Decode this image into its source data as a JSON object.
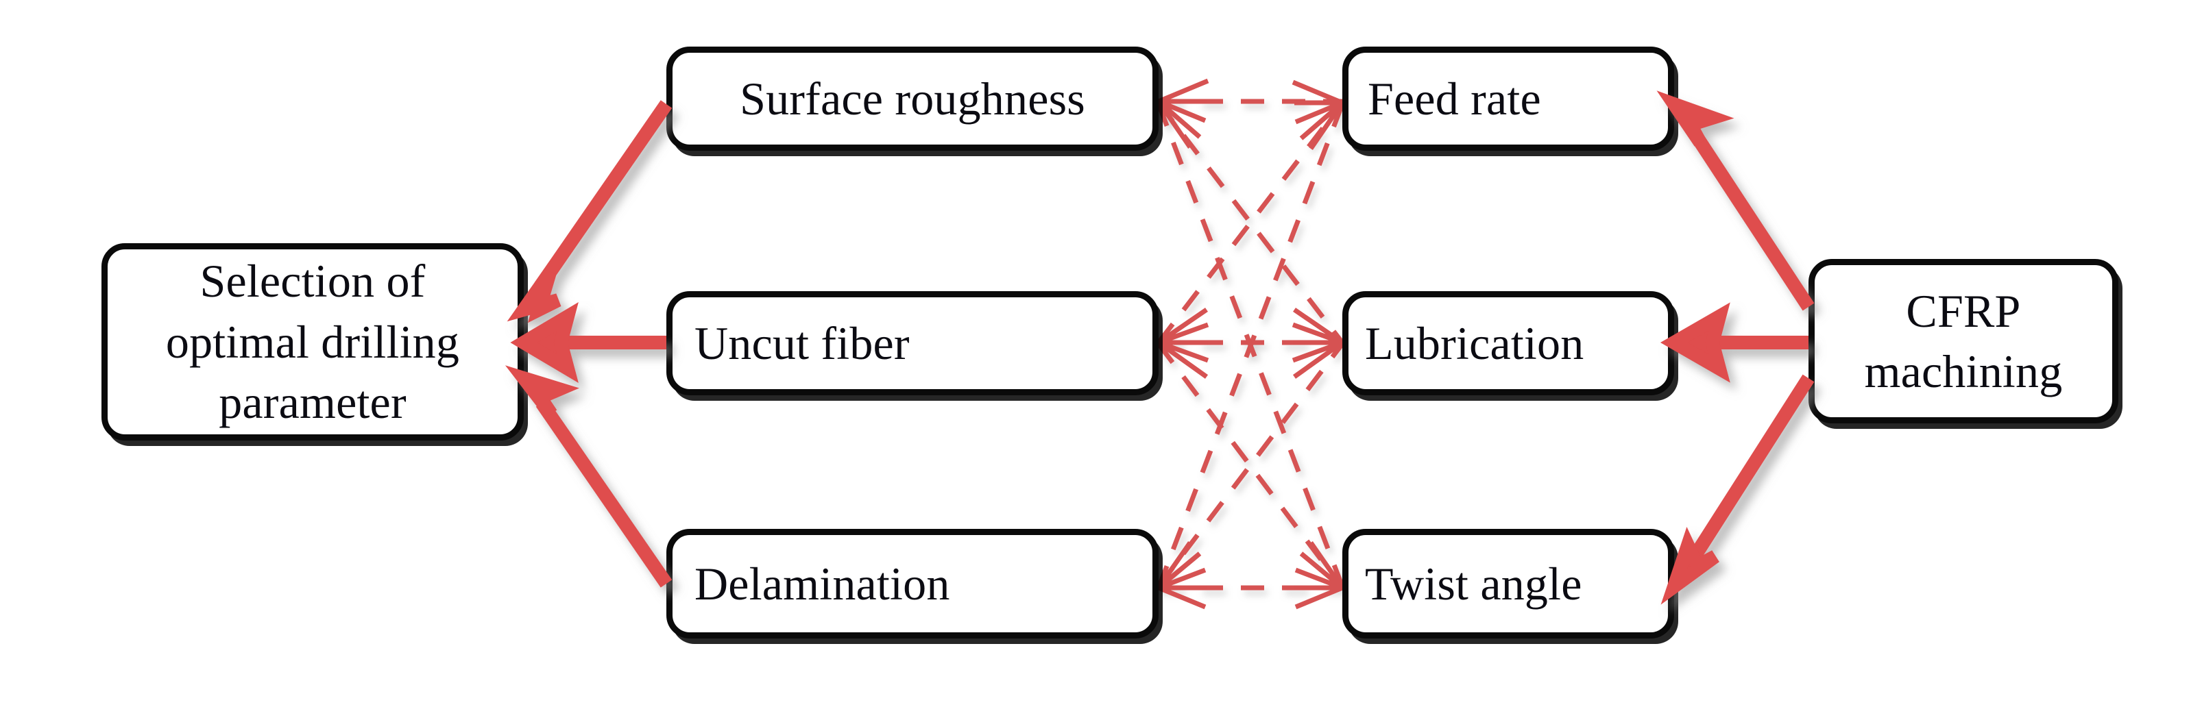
{
  "diagram": {
    "title": "CFRP machining drilling parameter selection flow",
    "colors": {
      "solid_arrow": "#df4d4d",
      "dashed_arrow": "#d65252",
      "node_border": "#0a0a0a",
      "node_fill": "#ffffff",
      "text": "#0b0b12",
      "shadow": "rgba(0,0,0,0.85)"
    },
    "nodes": [
      {
        "id": "selection",
        "label": "Selection of\noptimal  drilling\nparameter",
        "column": "left",
        "row": "middle"
      },
      {
        "id": "surface",
        "label": "Surface roughness",
        "column": "responses",
        "row": "top"
      },
      {
        "id": "uncut",
        "label": "Uncut fiber",
        "column": "responses",
        "row": "middle"
      },
      {
        "id": "delamination",
        "label": "Delamination",
        "column": "responses",
        "row": "bottom"
      },
      {
        "id": "feed",
        "label": "Feed rate",
        "column": "parameters",
        "row": "top"
      },
      {
        "id": "lubrication",
        "label": "Lubrication",
        "column": "parameters",
        "row": "middle"
      },
      {
        "id": "twist",
        "label": "Twist  angle",
        "column": "parameters",
        "row": "bottom"
      },
      {
        "id": "cfrp",
        "label": "CFRP\nmachining",
        "column": "right",
        "row": "middle"
      }
    ],
    "edges": [
      {
        "from": "surface",
        "to": "selection",
        "style": "solid",
        "direction": "one-way"
      },
      {
        "from": "uncut",
        "to": "selection",
        "style": "solid",
        "direction": "one-way"
      },
      {
        "from": "delamination",
        "to": "selection",
        "style": "solid",
        "direction": "one-way"
      },
      {
        "from": "cfrp",
        "to": "feed",
        "style": "solid",
        "direction": "one-way"
      },
      {
        "from": "cfrp",
        "to": "lubrication",
        "style": "solid",
        "direction": "one-way"
      },
      {
        "from": "cfrp",
        "to": "twist",
        "style": "solid",
        "direction": "one-way"
      },
      {
        "from": "feed",
        "to": "surface",
        "style": "dashed",
        "direction": "two-way"
      },
      {
        "from": "feed",
        "to": "uncut",
        "style": "dashed",
        "direction": "two-way"
      },
      {
        "from": "feed",
        "to": "delamination",
        "style": "dashed",
        "direction": "two-way"
      },
      {
        "from": "lubrication",
        "to": "surface",
        "style": "dashed",
        "direction": "two-way"
      },
      {
        "from": "lubrication",
        "to": "uncut",
        "style": "dashed",
        "direction": "two-way"
      },
      {
        "from": "lubrication",
        "to": "delamination",
        "style": "dashed",
        "direction": "two-way"
      },
      {
        "from": "twist",
        "to": "surface",
        "style": "dashed",
        "direction": "two-way"
      },
      {
        "from": "twist",
        "to": "uncut",
        "style": "dashed",
        "direction": "two-way"
      },
      {
        "from": "twist",
        "to": "delamination",
        "style": "dashed",
        "direction": "two-way"
      }
    ]
  }
}
